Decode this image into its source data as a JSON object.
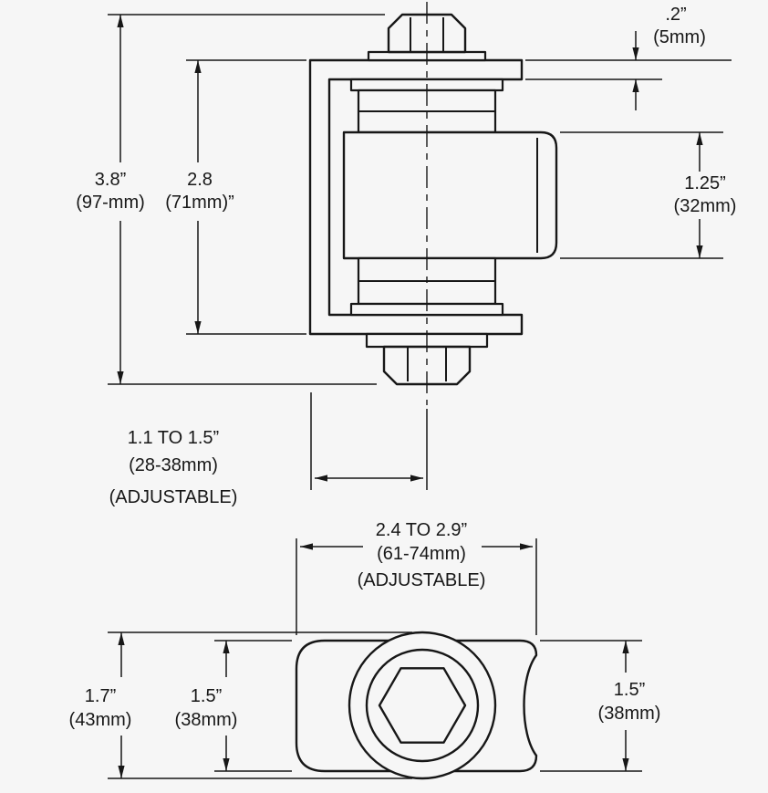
{
  "page": {
    "background": "#f6f6f6",
    "line_color": "#171717",
    "description": "Adjustable gate hinge technical dimension drawing, front view and top view"
  },
  "front_view": {
    "dims": {
      "overall_height": {
        "value": "3.8”",
        "metric": "(97-mm)"
      },
      "bracket_height": {
        "value": "2.8",
        "metric": "(71mm)”"
      },
      "flange_thickness": {
        "value": ".2”",
        "metric": "(5mm)"
      },
      "barrel_height": {
        "value": "1.25”",
        "metric": "(32mm)"
      },
      "setback": {
        "value": "1.1 TO 1.5”",
        "metric": "(28-38mm)",
        "note": "(ADJUSTABLE)"
      }
    }
  },
  "top_view": {
    "dims": {
      "body_width": {
        "value": "2.4 TO 2.9”",
        "metric": "(61-74mm)",
        "note": "(ADJUSTABLE)"
      },
      "outer_diameter": {
        "value": "1.7”",
        "metric": "(43mm)"
      },
      "body_depth_left": {
        "value": "1.5”",
        "metric": "(38mm)"
      },
      "body_depth_right": {
        "value": "1.5”",
        "metric": "(38mm)"
      }
    }
  }
}
